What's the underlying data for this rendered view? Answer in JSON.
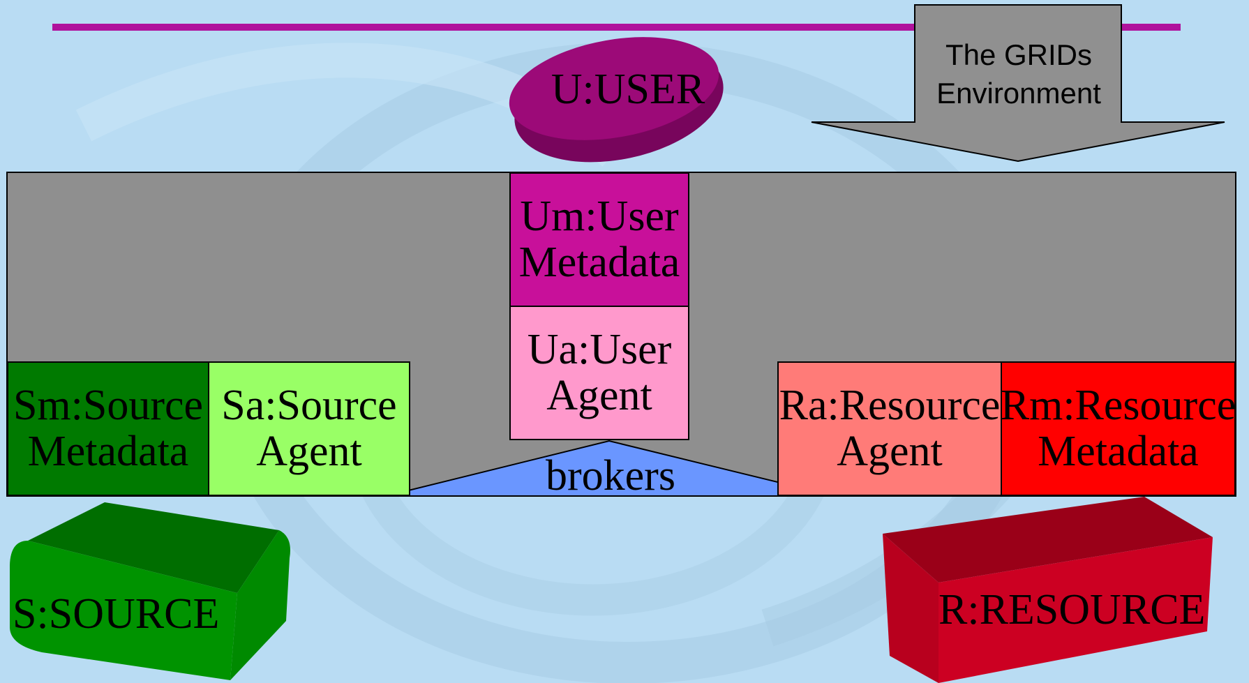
{
  "environment_label": {
    "line1": "The GRIDs",
    "line2": "Environment"
  },
  "user": {
    "label": "U:USER"
  },
  "user_metadata": {
    "line1": "Um:User",
    "line2": "Metadata"
  },
  "user_agent": {
    "line1": "Ua:User",
    "line2": "Agent"
  },
  "source_metadata": {
    "line1": "Sm:Source",
    "line2": "Metadata"
  },
  "source_agent": {
    "line1": "Sa:Source",
    "line2": "Agent"
  },
  "brokers": {
    "label": "brokers"
  },
  "resource_agent": {
    "line1": "Ra:Resource",
    "line2": "Agent"
  },
  "resource_metadata": {
    "line1": "Rm:Resource",
    "line2": "Metadata"
  },
  "source": {
    "label": "S:SOURCE"
  },
  "resource": {
    "label": "R:RESOURCE"
  },
  "colors": {
    "background": "#b9dcf3",
    "rule": "#b0129c",
    "grid_panel": "#8f8f8f",
    "user": "#9c0a78",
    "user_metadata": "#c8109a",
    "user_agent": "#ff99cc",
    "source_metadata": "#007a00",
    "source_agent": "#99ff66",
    "brokers": "#6a96ff",
    "resource_agent": "#ff7b78",
    "resource_metadata": "#ff0000",
    "source": "#009300",
    "resource": "#cc0022"
  }
}
